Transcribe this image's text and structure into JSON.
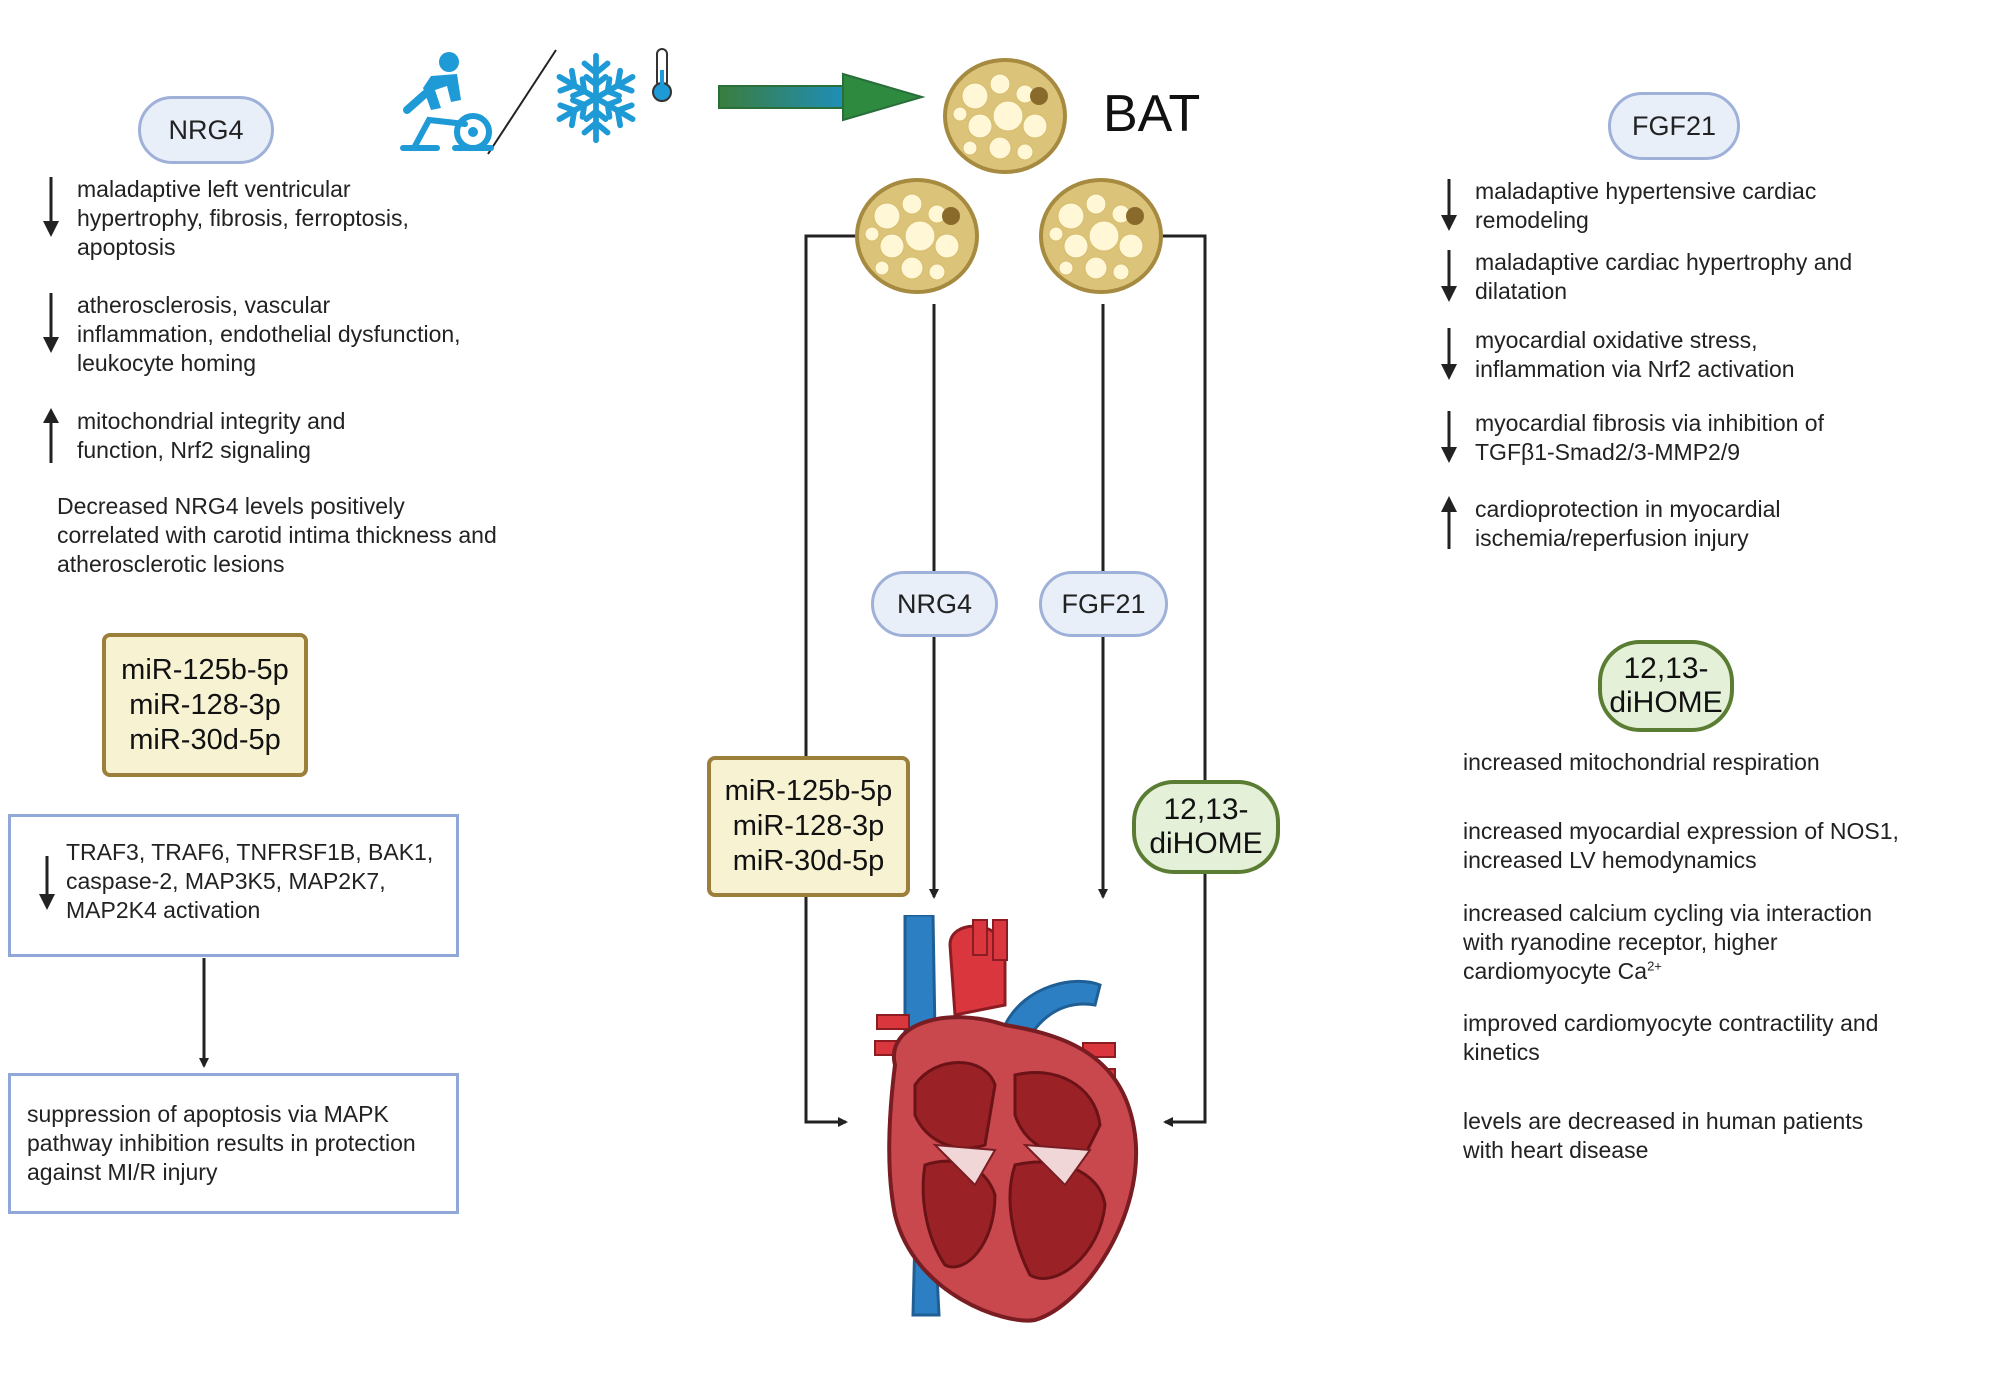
{
  "bat_label": "BAT",
  "left": {
    "nrg4_pill": "NRG4",
    "effects": [
      {
        "dir": "down",
        "text": "maladaptive left ventricular hypertrophy, fibrosis, ferroptosis, apoptosis"
      },
      {
        "dir": "down",
        "text": "atherosclerosis, vascular inflammation, endothelial dysfunction, leukocyte homing"
      },
      {
        "dir": "up",
        "text": "mitochondrial integrity and function, Nrf2 signaling"
      }
    ],
    "note": "Decreased NRG4 levels positively correlated with carotid intima thickness and atherosclerotic lesions",
    "mir_lines": [
      "miR-125b-5p",
      "miR-128-3p",
      "miR-30d-5p"
    ],
    "targets_box": {
      "dir": "down",
      "text": "TRAF3, TRAF6, TNFRSF1B, BAK1, caspase-2, MAP3K5, MAP2K7, MAP2K4 activation"
    },
    "outcome_box": "suppression of apoptosis via MAPK pathway inhibition results in protection against MI/R injury"
  },
  "center": {
    "nrg4_pill": "NRG4",
    "fgf21_pill": "FGF21",
    "mir_lines": [
      "miR-125b-5p",
      "miR-128-3p",
      "miR-30d-5p"
    ],
    "dihome_lines": [
      "12,13-",
      "diHOME"
    ]
  },
  "right": {
    "fgf21_pill": "FGF21",
    "effects": [
      {
        "dir": "down",
        "text": "maladaptive hypertensive cardiac remodeling"
      },
      {
        "dir": "down",
        "text": "maladaptive cardiac hypertrophy and dilatation"
      },
      {
        "dir": "down",
        "text": "myocardial oxidative stress, inflammation via Nrf2 activation"
      },
      {
        "dir": "down",
        "text": "myocardial fibrosis via inhibition of TGFβ1-Smad2/3-MMP2/9"
      },
      {
        "dir": "up",
        "text": "cardioprotection in myocardial ischemia/reperfusion injury"
      }
    ],
    "dihome_lines": [
      "12,13-",
      "diHOME"
    ],
    "dihome_effects": [
      "increased mitochondrial respiration",
      "increased myocardial expression of NOS1, increased LV hemodynamics",
      "increased calcium cycling via interaction with ryanodine receptor, higher cardiomyocyte Ca",
      "improved cardiomyocyte contractility and kinetics",
      "levels are decreased in human patients with heart disease"
    ],
    "ca_superscript": "2+"
  },
  "icons": [
    "exercise-bike-icon",
    "snowflake-icon",
    "thermometer-icon",
    "green-arrow-icon",
    "bat-cell-icon",
    "heart-icon"
  ],
  "colors": {
    "pill_border": "#9fb1d8",
    "pill_fill": "#e8eff8",
    "mir_border": "#9b7f3a",
    "mir_fill": "#f7f2d2",
    "dihome_border": "#5a7d33",
    "dihome_fill": "#e4f0d8",
    "icon_blue": "#1e9ad6",
    "arrow_green": "#2d8a3e"
  }
}
